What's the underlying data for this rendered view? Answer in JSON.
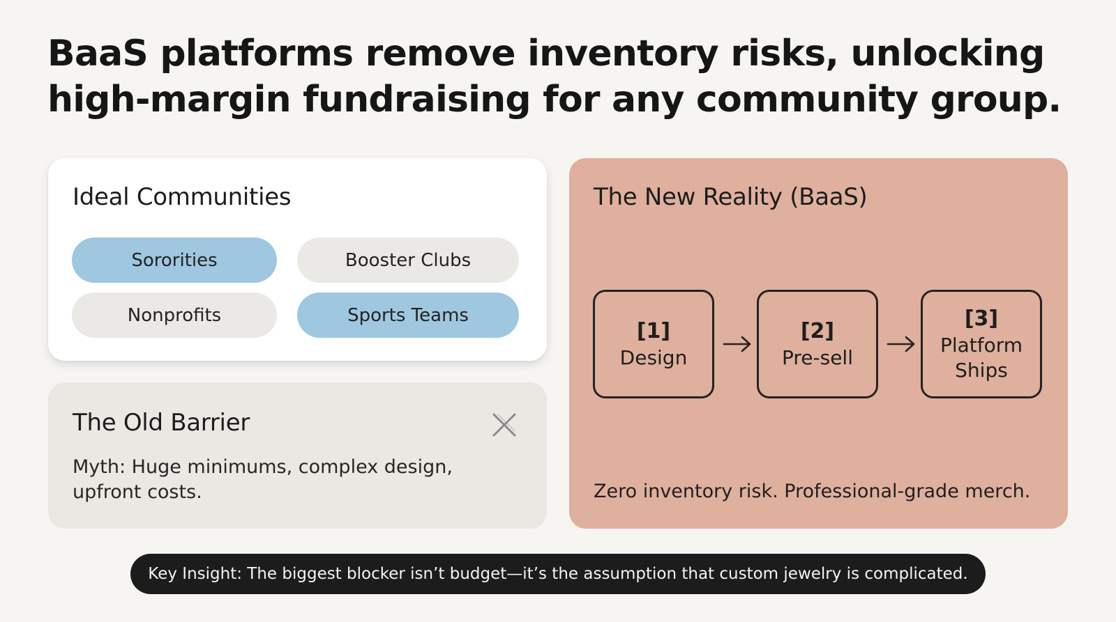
{
  "headline": {
    "line1": "BaaS platforms remove inventory risks, unlocking",
    "line2": "high-margin fundraising for any community group."
  },
  "communities": {
    "title": "Ideal Communities",
    "items": [
      {
        "label": "Sororities",
        "highlight": true
      },
      {
        "label": "Booster Clubs",
        "highlight": false
      },
      {
        "label": "Nonprofits",
        "highlight": false
      },
      {
        "label": "Sports Teams",
        "highlight": true
      }
    ]
  },
  "old_barrier": {
    "title": "The Old Barrier",
    "icon": "close-icon",
    "body_line1": "Myth: Huge minimums, complex design,",
    "body_line2": "upfront costs."
  },
  "new_reality": {
    "title": "The New Reality (BaaS)",
    "steps": [
      {
        "number": "[1]",
        "label": "Design"
      },
      {
        "number": "[2]",
        "label": "Pre-sell"
      },
      {
        "number": "[3]",
        "label_line1": "Platform",
        "label_line2": "Ships"
      }
    ],
    "footer": "Zero inventory risk. Professional-grade merch."
  },
  "key_insight": "Key Insight: The biggest blocker isn’t budget—it’s the assumption that custom jewelry is complicated.",
  "colors": {
    "background": "#f6f5f2",
    "pill_blue": "#9fc7df",
    "pill_gray": "#ebe9e5",
    "barrier_card": "#ebe8e3",
    "reality_card": "#dfb09e",
    "insight_bar": "#1c1c1c"
  }
}
